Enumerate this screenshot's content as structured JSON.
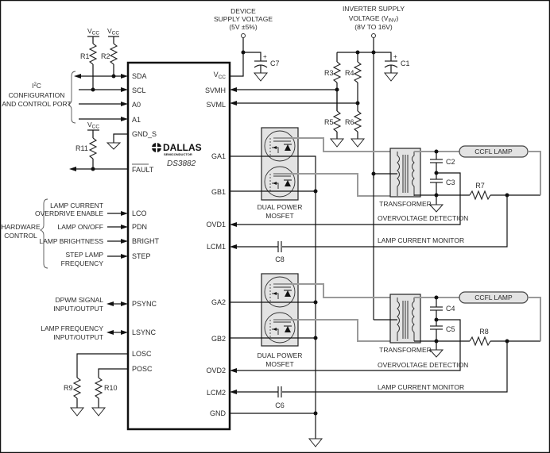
{
  "title": "DS3882 Typical Operating Circuit",
  "ic": {
    "brand": "DALLAS",
    "brand_sub": "SEMICONDUCTOR",
    "part": "DS3882",
    "left_pins": [
      "SDA",
      "SCL",
      "A0",
      "A1",
      "GND_S",
      "FAULT",
      "LCO",
      "PDN",
      "BRIGHT",
      "STEP",
      "PSYNC",
      "LSYNC",
      "LOSC",
      "POSC"
    ],
    "right_pins": [
      "VCC",
      "SVMH",
      "SVML",
      "GA1",
      "GB1",
      "OVD1",
      "LCM1",
      "GA2",
      "GB2",
      "OVD2",
      "LCM2",
      "GND"
    ]
  },
  "labels": {
    "vcc": "V",
    "vcc_sub": "CC",
    "i2c_line1": "I",
    "i2c_sup": "2",
    "i2c_line1_rest": "C",
    "i2c_line2": "CONFIGURATION",
    "i2c_line3": "AND CONTROL PORT",
    "hw_line1": "HARDWARE",
    "hw_line2": "CONTROL",
    "lco_line1": "LAMP CURRENT",
    "lco_line2": "OVERDRIVE ENABLE",
    "pdn": "LAMP ON/OFF",
    "bright": "LAMP BRIGHTNESS",
    "step_line1": "STEP LAMP",
    "step_line2": "FREQUENCY",
    "psync_line1": "DPWM SIGNAL",
    "psync_line2": "INPUT/OUTPUT",
    "lsync_line1": "LAMP FREQUENCY",
    "lsync_line2": "INPUT/OUTPUT",
    "dev_supply_line1": "DEVICE",
    "dev_supply_line2": "SUPPLY VOLTAGE",
    "dev_supply_line3": "(5V ±5%)",
    "inv_supply_line1": "INVERTER SUPPLY",
    "inv_supply_line2": "VOLTAGE (V",
    "inv_supply_sub": "INV",
    "inv_supply_close": ")",
    "inv_supply_line3": "(8V TO 16V)",
    "mosfet_line1": "DUAL POWER",
    "mosfet_line2": "MOSFET",
    "transformer": "TRANSFORMER",
    "ccfl": "CCFL LAMP",
    "ovd": "OVERVOLTAGE DETECTION",
    "lcm": "LAMP CURRENT MONITOR"
  },
  "components": {
    "R1": "R1",
    "R2": "R2",
    "R3": "R3",
    "R4": "R4",
    "R5": "R5",
    "R6": "R6",
    "R7": "R7",
    "R8": "R8",
    "R9": "R9",
    "R10": "R10",
    "R11": "R11",
    "C1": "C1",
    "C2": "C2",
    "C3": "C3",
    "C4": "C4",
    "C5": "C5",
    "C6": "C6",
    "C7": "C7",
    "C8": "C8"
  },
  "colors": {
    "wire": "#111111",
    "secondary_wire": "#9a9a9a",
    "component_fill": "#e3e3e3"
  }
}
